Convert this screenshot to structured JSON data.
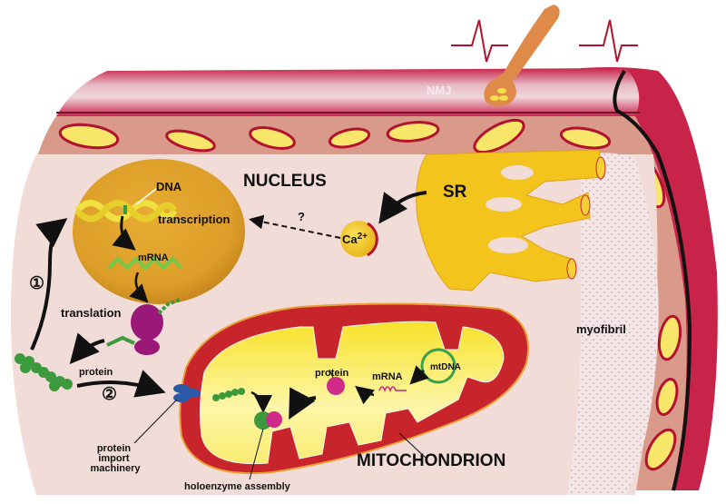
{
  "labels": {
    "nmj": "NMJ",
    "nucleus": "NUCLEUS",
    "sr": "SR",
    "calcium": "Ca",
    "calcium_charge": "2+",
    "question": "?",
    "dna": "DNA",
    "transcription": "transcription",
    "mrna_nuclear": "mRNA",
    "translation": "translation",
    "pathway_1": "①",
    "pathway_2": "②",
    "protein_cytosol": "protein",
    "protein_import_line1": "protein",
    "protein_import_line2": "import",
    "protein_import_line3": "machinery",
    "holoenzyme": "holoenzyme assembly",
    "mitochondrion": "MITOCHONDRION",
    "protein_mito": "protein",
    "mrna_mito": "mRNA",
    "mtdna": "mtDNA",
    "myofibril": "myofibril"
  },
  "colors": {
    "sarcolemma": "#c8244a",
    "sarcolemma_light": "#e9c6cf",
    "subsarcolemmal": "#d99a8a",
    "cytoplasm": "#f1dcd8",
    "nucleus": "#e0a22a",
    "sr": "#f3c41c",
    "mito_outer": "#c8242c",
    "mito_matrix": "#fbf06a",
    "protein_green": "#3c9a3c",
    "protein_magenta": "#d02a8a",
    "ribosome": "#9a1878",
    "import_blue": "#2a5aa8",
    "nerve": "#e08a4a"
  }
}
